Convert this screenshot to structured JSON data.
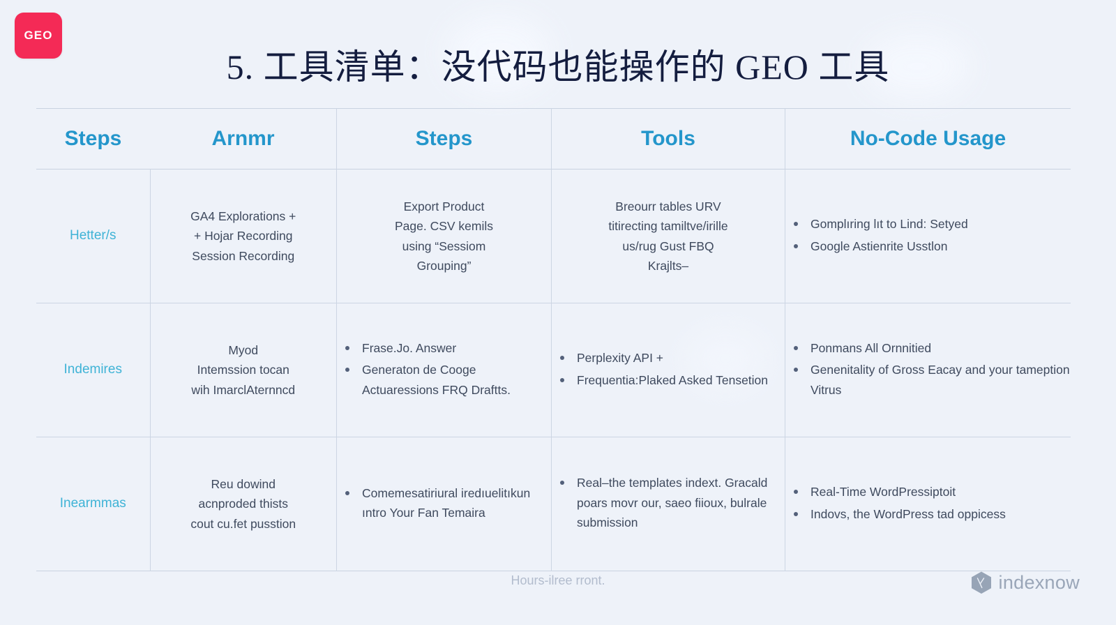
{
  "brand": {
    "logo_text": "GEO",
    "logo_color": "#f42a56",
    "footer_name": "indexnow",
    "footer_icon": "hexagon-icon"
  },
  "title": "5. 工具清单：没代码也能操作的 GEO 工具",
  "colors": {
    "background": "#eef2f9",
    "title": "#141d3f",
    "header_text": "#2496cb",
    "row_label": "#3fb3d6",
    "body_text": "#3f4a5e",
    "divider": "#ccd5e3"
  },
  "table": {
    "headers": [
      "Steps",
      "Arnmr",
      "Steps",
      "Tools",
      "No-Code Usage"
    ],
    "rows": [
      {
        "label": "Hetter/s",
        "col2": [
          "GA4 Explorations +",
          "+ Hojar Recording",
          "Session Recording"
        ],
        "col3": [
          "Export Product",
          "Page. CSV kemils",
          "using “Sessiom",
          "Grouping”"
        ],
        "col4": [
          "Breourr tables URV",
          "titirecting tamiltve/irille",
          "us/rug Gust FBQ",
          "Krajlts–"
        ],
        "col5_bullets": [
          "Gomplıring lıt to Lind: Setyed",
          "Google Astienrite Usstlon"
        ]
      },
      {
        "label": "Indemires",
        "col2": [
          "Myod",
          "Intemssion tocan",
          "wih ImarclAternncd"
        ],
        "col3_bullets": [
          "Frase.Jo. Answer",
          "Generaton de Cooge Actuaressions FRQ Draftts."
        ],
        "col4_bullets": [
          "Perplexity API +",
          "Frequentia:Plaked Asked Tensetion"
        ],
        "col5_bullets": [
          "Ponmans All Ornnitied",
          "Genenitality of Gross Eacay and your tameption Vitrus"
        ]
      },
      {
        "label": "Inearmmas",
        "col2": [
          "Reu dowind",
          "acnproded thists",
          "cout cu.fet pusstion"
        ],
        "col3_bullets": [
          "Comemesatiriural iredıuelitıkun ıntro Your Fan Temaira"
        ],
        "col4_bullets": [
          "Real–the templates indext. Gracald poars movr our, saeo fiioux, bulrale submission"
        ],
        "col5_bullets": [
          "Real-Time WordPressiptoit",
          "Indovs, the WordPress tad oppicess"
        ]
      }
    ]
  },
  "footer": {
    "caption": "Hours-ilree rront."
  }
}
